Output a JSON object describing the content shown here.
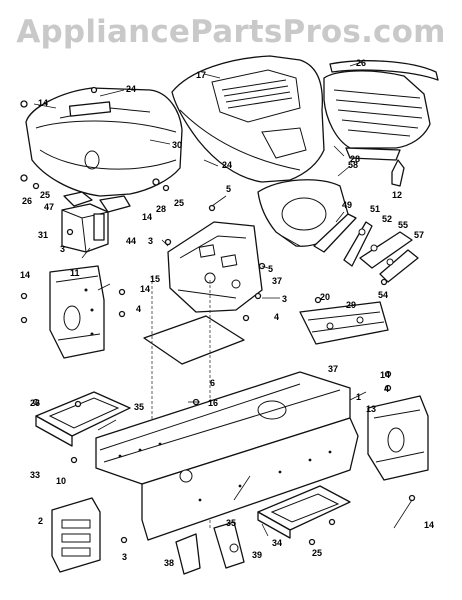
{
  "watermark": "AppliancePartsPros.com",
  "callouts": [
    {
      "id": "c14a",
      "text": "14"
    },
    {
      "id": "c24a",
      "text": "24"
    },
    {
      "id": "c17",
      "text": "17"
    },
    {
      "id": "c26",
      "text": "26"
    },
    {
      "id": "c28",
      "text": "28"
    },
    {
      "id": "c30",
      "text": "30"
    },
    {
      "id": "c25a",
      "text": "25"
    },
    {
      "id": "c26b",
      "text": "26"
    },
    {
      "id": "c24b",
      "text": "24"
    },
    {
      "id": "c58",
      "text": "58"
    },
    {
      "id": "c12",
      "text": "12"
    },
    {
      "id": "c47",
      "text": "47"
    },
    {
      "id": "c14b",
      "text": "14"
    },
    {
      "id": "c28b",
      "text": "28"
    },
    {
      "id": "c25b",
      "text": "25"
    },
    {
      "id": "c5",
      "text": "5"
    },
    {
      "id": "c31",
      "text": "31"
    },
    {
      "id": "c44",
      "text": "44"
    },
    {
      "id": "c3a",
      "text": "3"
    },
    {
      "id": "c3b",
      "text": "3"
    },
    {
      "id": "c49",
      "text": "49"
    },
    {
      "id": "c51",
      "text": "51"
    },
    {
      "id": "c52",
      "text": "52"
    },
    {
      "id": "c55",
      "text": "55"
    },
    {
      "id": "c57",
      "text": "57"
    },
    {
      "id": "c14c",
      "text": "14"
    },
    {
      "id": "c11",
      "text": "11"
    },
    {
      "id": "c15",
      "text": "15"
    },
    {
      "id": "c14d",
      "text": "14"
    },
    {
      "id": "c5b",
      "text": "5"
    },
    {
      "id": "c37",
      "text": "37"
    },
    {
      "id": "c20",
      "text": "20"
    },
    {
      "id": "c29",
      "text": "29"
    },
    {
      "id": "c54",
      "text": "54"
    },
    {
      "id": "c3c",
      "text": "3"
    },
    {
      "id": "c4a",
      "text": "4"
    },
    {
      "id": "c4b",
      "text": "4"
    },
    {
      "id": "c6",
      "text": "6"
    },
    {
      "id": "c37b",
      "text": "37"
    },
    {
      "id": "c14e",
      "text": "14"
    },
    {
      "id": "c4c",
      "text": "4"
    },
    {
      "id": "c1",
      "text": "1"
    },
    {
      "id": "c16",
      "text": "16"
    },
    {
      "id": "c13",
      "text": "13"
    },
    {
      "id": "c26c",
      "text": "26"
    },
    {
      "id": "c35",
      "text": "35"
    },
    {
      "id": "c33",
      "text": "33"
    },
    {
      "id": "c10",
      "text": "10"
    },
    {
      "id": "c2",
      "text": "2"
    },
    {
      "id": "c35b",
      "text": "35"
    },
    {
      "id": "c34",
      "text": "34"
    },
    {
      "id": "c25c",
      "text": "25"
    },
    {
      "id": "c14f",
      "text": "14"
    },
    {
      "id": "c3d",
      "text": "3"
    },
    {
      "id": "c38",
      "text": "38"
    },
    {
      "id": "c39",
      "text": "39"
    }
  ]
}
